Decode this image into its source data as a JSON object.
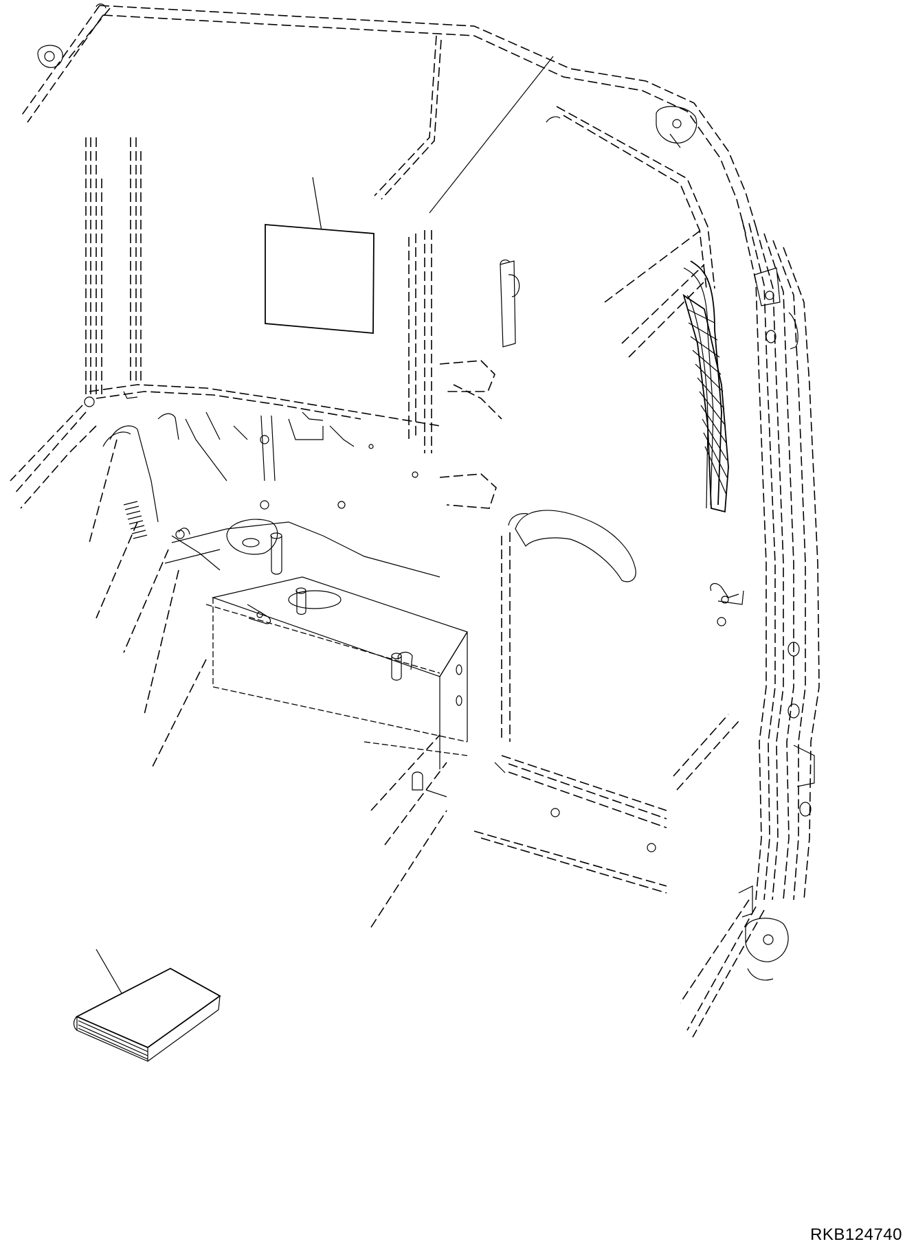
{
  "drawing": {
    "code": "RKB124740",
    "parts": [
      {
        "name": "label-plate",
        "icon": "rectangular-label"
      },
      {
        "name": "operation-manual",
        "icon": "book-icon"
      }
    ]
  }
}
